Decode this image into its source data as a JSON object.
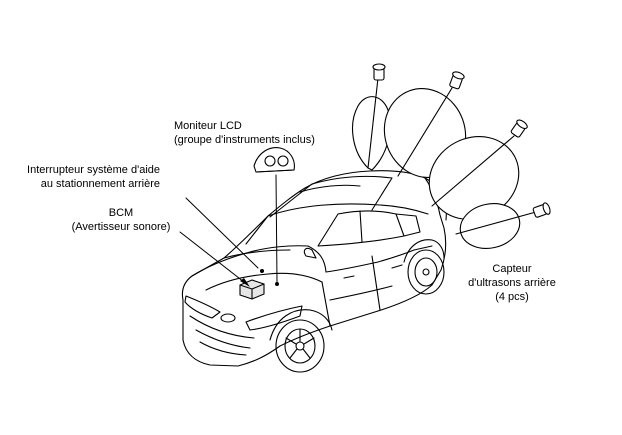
{
  "labels": {
    "lcd_monitor": {
      "line1": "Moniteur LCD",
      "line2": "(groupe d'instruments inclus)"
    },
    "park_switch": {
      "line1": "Interrupteur système d'aide",
      "line2": "au stationnement arrière"
    },
    "bcm": {
      "line1": "BCM",
      "line2": "(Avertisseur sonore)"
    },
    "rear_sensor": {
      "line1": "Capteur",
      "line2": "d'ultrasons arrière",
      "line3": "(4 pcs)"
    }
  },
  "colors": {
    "line": "#000000",
    "background": "#ffffff",
    "module_fill": "#e6e6e6"
  }
}
